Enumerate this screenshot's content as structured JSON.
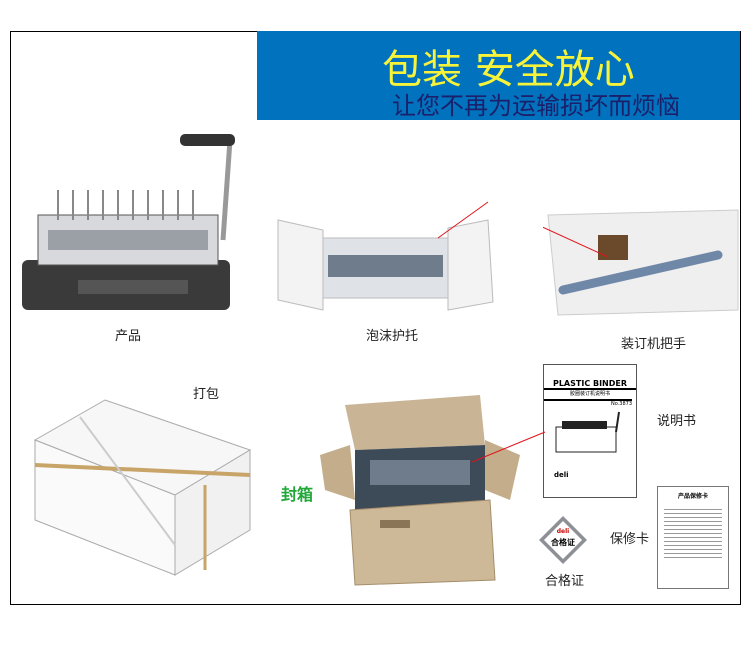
{
  "banner": {
    "title": "包装 安全放心",
    "subtitle": "让您不再为运输损坏而烦恼"
  },
  "labels": {
    "product": "产品",
    "foam": "泡沫护托",
    "handle": "装订机把手",
    "pack": "打包",
    "seal": "封箱",
    "manual": "说明书",
    "warranty": "保修卡",
    "certificate": "合格证"
  },
  "manual": {
    "title": "PLASTIC BINDER",
    "subtitle": "胶圈装订机说明书",
    "model": "No.3873",
    "brand": "deli"
  },
  "warranty_card": {
    "title": "产品保修卡"
  },
  "certificate_tag": {
    "brand": "deli",
    "text": "合格证"
  },
  "colors": {
    "banner": "#0172bd",
    "title": "#f6f33a",
    "subtitle": "#1c1f6a",
    "arrow": "#e0141c",
    "seal": "#22a83a"
  }
}
